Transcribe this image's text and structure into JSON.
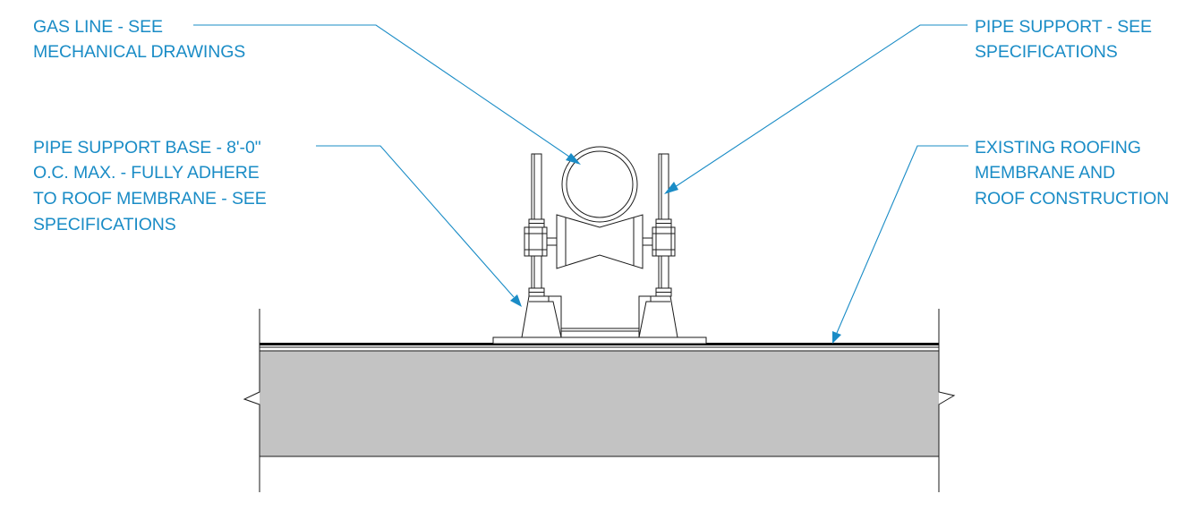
{
  "callouts": {
    "gas_line": [
      "GAS LINE - SEE",
      "MECHANICAL DRAWINGS"
    ],
    "pipe_support": [
      "PIPE SUPPORT - SEE",
      "SPECIFICATIONS"
    ],
    "support_base": [
      "PIPE SUPPORT BASE - 8'-0\"",
      "O.C. MAX. - FULLY ADHERE",
      "TO ROOF MEMBRANE - SEE",
      "SPECIFICATIONS"
    ],
    "roofing": [
      "EXISTING ROOFING",
      "MEMBRANE AND",
      "ROOF CONSTRUCTION"
    ]
  },
  "colors": {
    "annotation": "#1a8cc6",
    "linework": "#1a1a1a",
    "roof_deck_fill": "#c3c3c3"
  }
}
